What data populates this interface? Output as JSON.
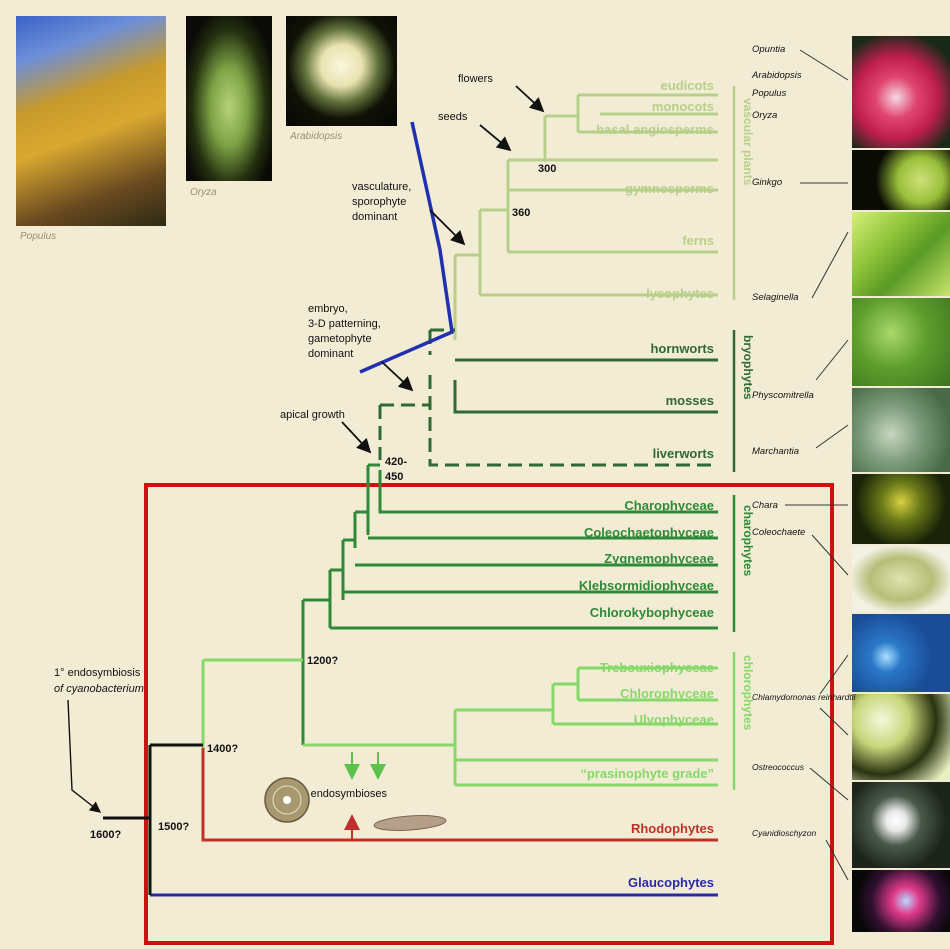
{
  "top_photos": [
    {
      "name": "populus-photo",
      "caption": "Populus"
    },
    {
      "name": "oryza-photo",
      "caption": "Oryza"
    },
    {
      "name": "arabidopsis-photo",
      "caption": "Arabidopsis"
    }
  ],
  "taxa": {
    "vascular": [
      "eudicots",
      "monocots",
      "basal angiosperms",
      "gymnosperms",
      "ferns",
      "lycophytes"
    ],
    "bryophytes": [
      "hornworts",
      "mosses",
      "liverworts"
    ],
    "charophytes": [
      "Charophyceae",
      "Coleochaetophyceae",
      "Zygnemophyceae",
      "Klebsormidiophyceae",
      "Chlorokybophyceae"
    ],
    "chlorophytes": [
      "Trebouxiophyceae",
      "Chlorophyceae",
      "Ulvophyceae",
      "“prasinophyte grade”"
    ],
    "rhodophytes": "Rhodophytes",
    "glaucophytes": "Glaucophytes"
  },
  "group_labels": {
    "vascular": "vascular plants",
    "bryophytes": "bryophytes",
    "charophytes": "charophytes",
    "chlorophytes": "chlorophytes"
  },
  "events": {
    "flowers": "flowers",
    "seeds": "seeds",
    "vasculature": [
      "vasculature,",
      "sporophyte",
      "dominant"
    ],
    "embryo": [
      "embryo,",
      "3-D patterning,",
      "gametophyte",
      "dominant"
    ],
    "apical": "apical growth",
    "endo1": [
      "1° endosymbiosis",
      "of cyanobacterium"
    ],
    "endo2": "2° endosymbioses"
  },
  "dates": {
    "d300": "300",
    "d360": "360",
    "d420": "420-",
    "d450": "450",
    "d1200": "1200?",
    "d1400": "1400?",
    "d1500": "1500?",
    "d1600": "1600?"
  },
  "species_labels": [
    "Opuntia",
    "Arabidopsis",
    "Populus",
    "Oryza",
    "Ginkgo",
    "Selaginella",
    "Physcomitrella",
    "Marchantia",
    "Chara",
    "Coleochaete",
    "Chlamydomonas reinhardtii",
    "Ostreococcus",
    "Cyanidioschyzon"
  ],
  "colors": {
    "vascular": "#b7cf8a",
    "bryophyte": "#2f6a34",
    "charophyte": "#2f8a38",
    "chlorophyte": "#86d86a",
    "rhodophyte": "#c0302a",
    "glaucophyte": "#2a2aa8",
    "box": "#cc1111",
    "blue_line": "#2030b0",
    "background": "#f3ecd4"
  }
}
